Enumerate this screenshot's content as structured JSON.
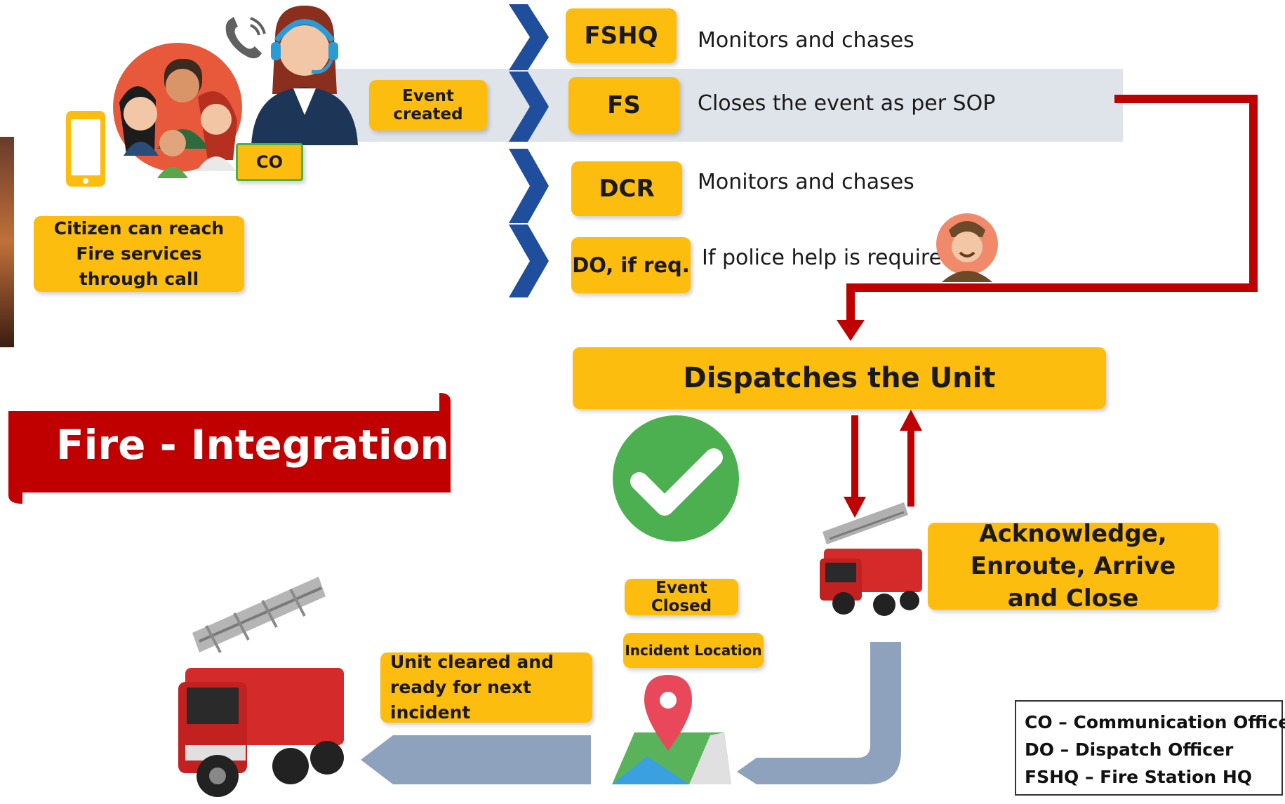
{
  "caller": {
    "co_label": "CO",
    "citizen_text": "Citizen can reach Fire services through call"
  },
  "event_created": "Event created",
  "roles": [
    {
      "code": "FSHQ",
      "description": "Monitors and chases"
    },
    {
      "code": "FS",
      "description": "Closes the event as per SOP"
    },
    {
      "code": "DCR",
      "description": "Monitors and chases"
    },
    {
      "code": "DO, if req.",
      "description": "If police help is required"
    }
  ],
  "title": "Fire - Integration",
  "dispatch": "Dispatches the Unit",
  "ack": "Acknowledge, Enroute, Arrive and Close",
  "event_closed": "Event Closed",
  "incident_location": "Incident Location",
  "unit_cleared": "Unit cleared and ready for next incident",
  "legend": [
    "CO – Communication Officer",
    "DO – Dispatch Officer",
    "FSHQ – Fire Station HQ"
  ],
  "colors": {
    "accent_yellow": "#fcbd0f",
    "title_red": "#c00000",
    "band_grey": "#dfe3ea",
    "chevron_blue": "#1f4e9c"
  }
}
